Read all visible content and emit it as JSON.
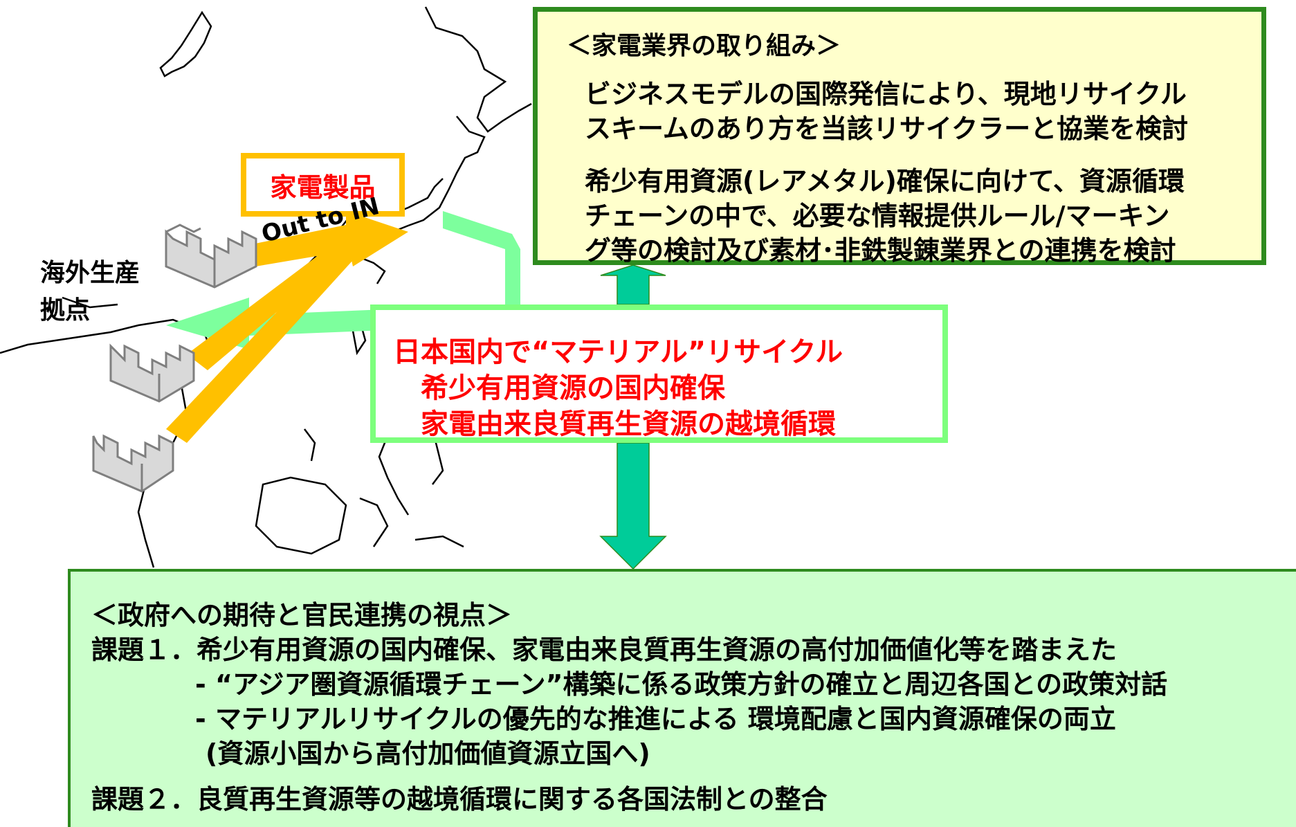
{
  "colors": {
    "industry_fill": "#ffffcc",
    "industry_border": "#2e8b1e",
    "center_border": "#7dff7d",
    "center_text": "#ff0000",
    "gov_fill": "#ccffcc",
    "teal_arrow": "#00cc99",
    "light_green_arrow": "#7dff9d",
    "orange_arrow": "#ffc000"
  },
  "industry": {
    "heading": "＜家電業界の取り組み＞",
    "lines": [
      "ビジネスモデルの国際発信により、現地リサイクル",
      "スキームのあり方を当該リサイクラーと協業を検討",
      "希少有用資源(レアメタル)確保に向けて、資源循環",
      "チェーンの中で、必要な情報提供ルール/マーキン",
      "グ等の検討及び素材･非鉄製錬業界との連携を検討"
    ]
  },
  "product_label": "家電製品",
  "flow_label": "Out to IN",
  "overseas_label": [
    "海外生産",
    "拠点"
  ],
  "center": {
    "lines": [
      "日本国内で“マテリアル”リサイクル",
      "希少有用資源の国内確保",
      "家電由来良質再生資源の越境循環"
    ]
  },
  "government": {
    "heading": "＜政府への期待と官民連携の視点＞",
    "issue1": "課題１．希少有用資源の国内確保、家電由来良質再生資源の高付加価値化等を踏まえた",
    "sub1": "- “アジア圏資源循環チェーン”構築に係る政策方針の確立と周辺各国との政策対話",
    "sub2": "- マテリアルリサイクルの優先的な推進による 環境配慮と国内資源確保の両立",
    "sub3": "(資源小国から高付加価値資源立国へ)",
    "issue2": "課題２．良質再生資源等の越境循環に関する各国法制との整合"
  }
}
